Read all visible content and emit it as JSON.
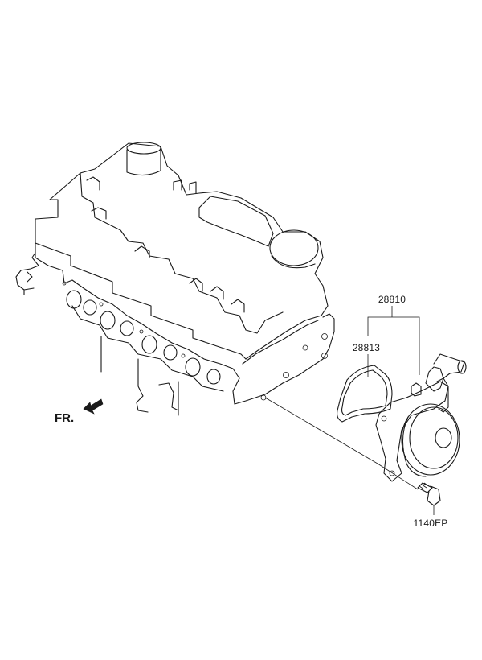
{
  "labels": {
    "part_28810": "28810",
    "part_28813": "28813",
    "part_1140EP": "1140EP",
    "direction": "FR."
  },
  "colors": {
    "line": "#1a1a1a",
    "background": "#ffffff"
  },
  "icons": {
    "direction_arrow": "front-arrow-icon"
  }
}
